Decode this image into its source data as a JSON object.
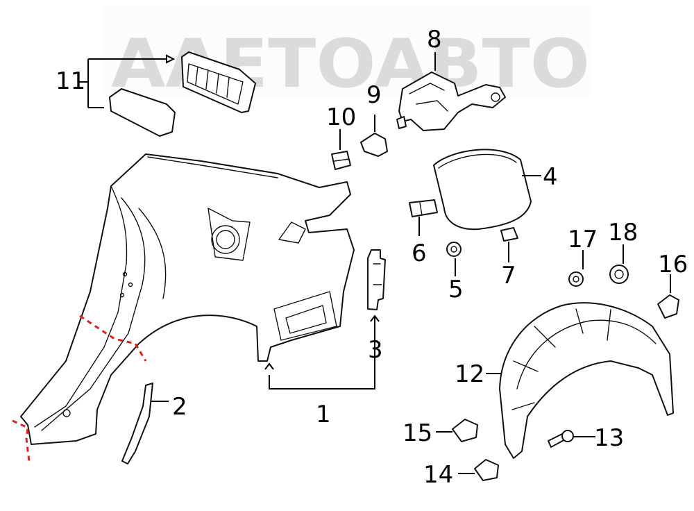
{
  "watermark": {
    "text": "AAETOABTO",
    "color": "#bdbdbd"
  },
  "callouts": [
    {
      "id": "1",
      "label": "1"
    },
    {
      "id": "2",
      "label": "2"
    },
    {
      "id": "3",
      "label": "3"
    },
    {
      "id": "4",
      "label": "4"
    },
    {
      "id": "5",
      "label": "5"
    },
    {
      "id": "6",
      "label": "6"
    },
    {
      "id": "7",
      "label": "7"
    },
    {
      "id": "8",
      "label": "8"
    },
    {
      "id": "9",
      "label": "9"
    },
    {
      "id": "10",
      "label": "10"
    },
    {
      "id": "11",
      "label": "11"
    },
    {
      "id": "12",
      "label": "12"
    },
    {
      "id": "13",
      "label": "13"
    },
    {
      "id": "14",
      "label": "14"
    },
    {
      "id": "15",
      "label": "15"
    },
    {
      "id": "16",
      "label": "16"
    },
    {
      "id": "17",
      "label": "17"
    },
    {
      "id": "18",
      "label": "18"
    }
  ],
  "colors": {
    "line": "#111111",
    "cut_line": "#e0201b",
    "background": "#ffffff"
  }
}
